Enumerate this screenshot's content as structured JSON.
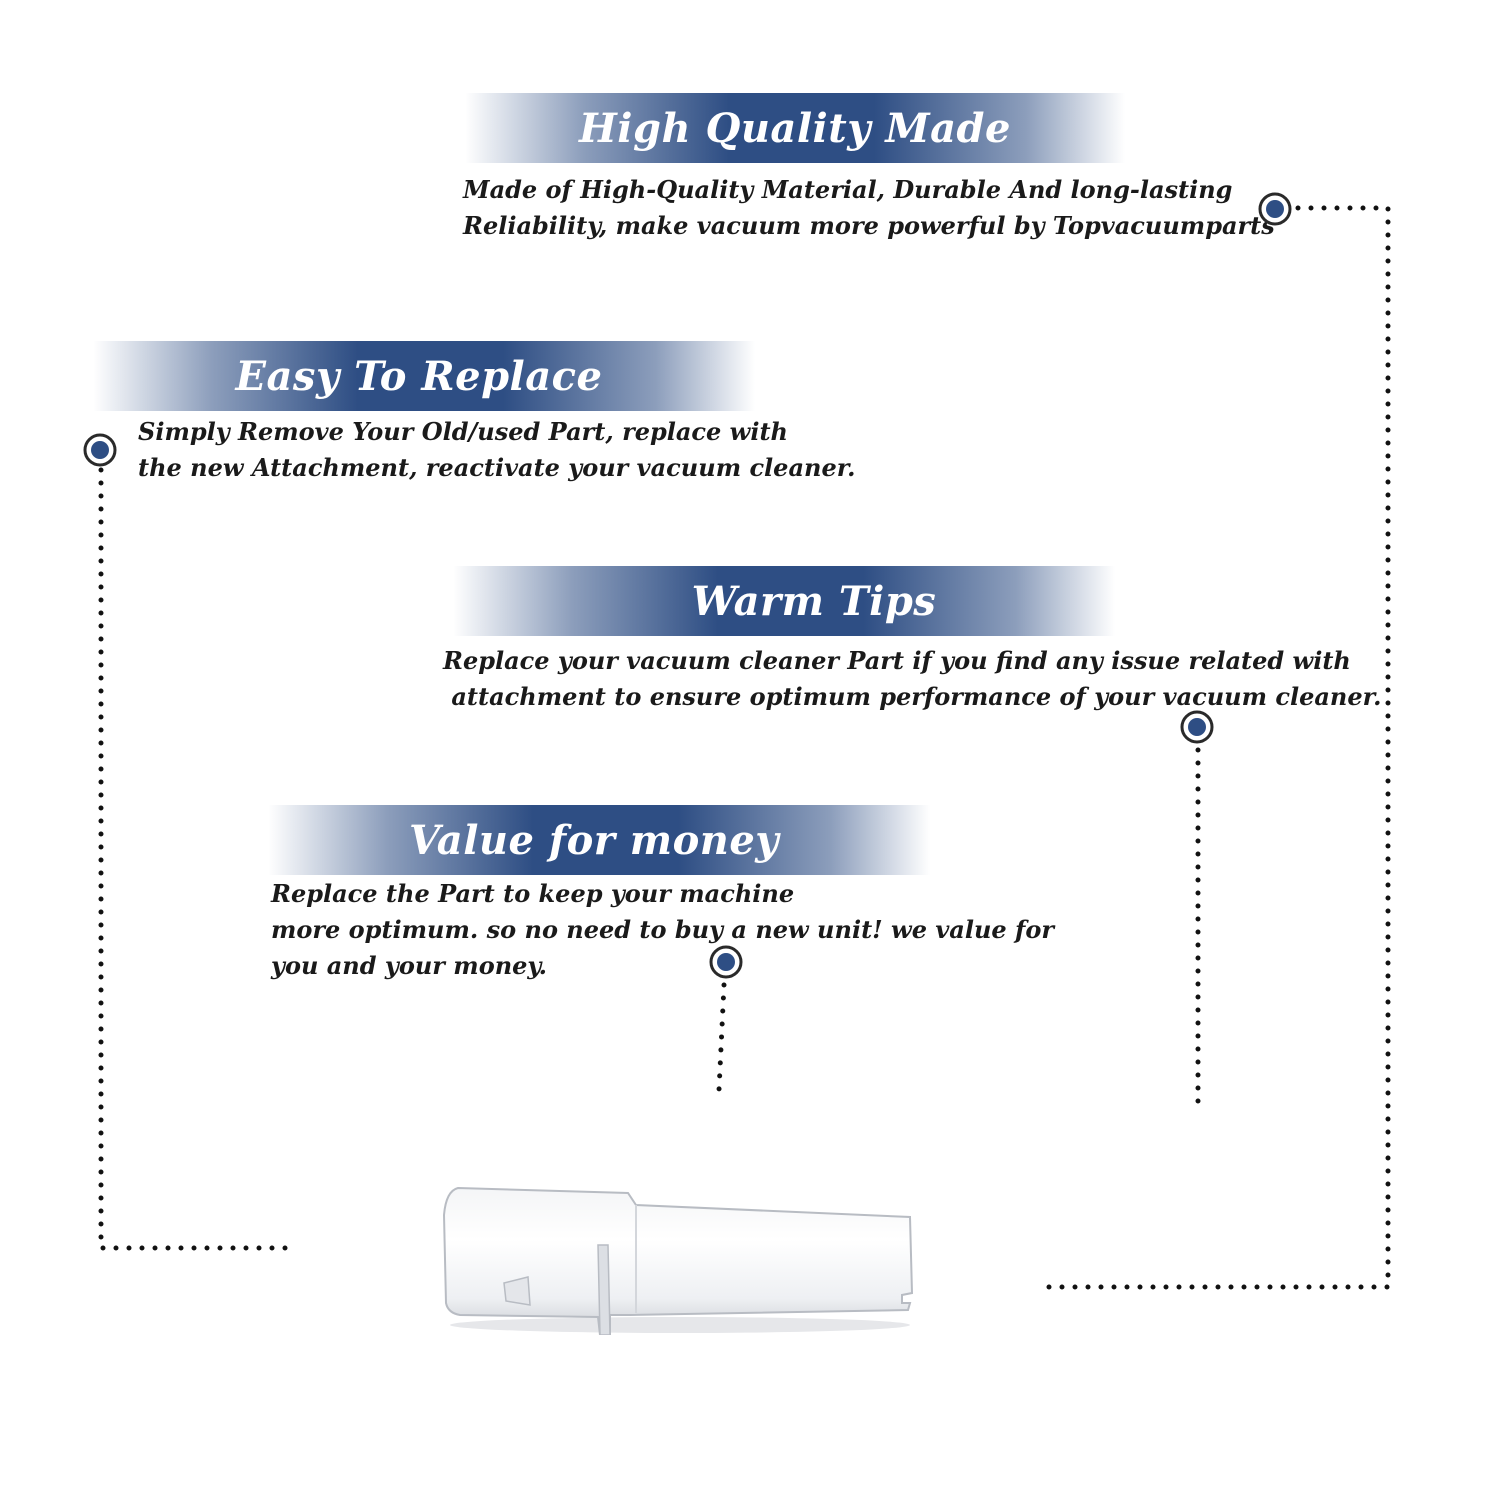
{
  "sections": [
    {
      "title": "High Quality Made",
      "lines": [
        "Made of  High-Quality Material, Durable And long-lasting",
        "Reliability, make vacuum more powerful by Topvacuumparts"
      ]
    },
    {
      "title": "Easy To Replace",
      "lines": [
        "Simply Remove Your Old/used Part, replace with",
        "the new Attachment, reactivate your vacuum cleaner."
      ]
    },
    {
      "title": "Warm Tips",
      "lines": [
        "Replace your vacuum cleaner Part if you find any issue related with",
        " attachment to ensure optimum performance of your vacuum cleaner."
      ]
    },
    {
      "title": "Value for money",
      "lines": [
        "Replace the Part to keep your machine",
        "more optimum. so no need to buy a new unit! we value for",
        "you and your money."
      ]
    }
  ],
  "colors": {
    "banner": "#2e4e84",
    "marker": "#2e4e84",
    "dots": "#111111"
  },
  "icons": {
    "marker": "target-marker-icon",
    "product": "vacuum-attachment-image"
  }
}
